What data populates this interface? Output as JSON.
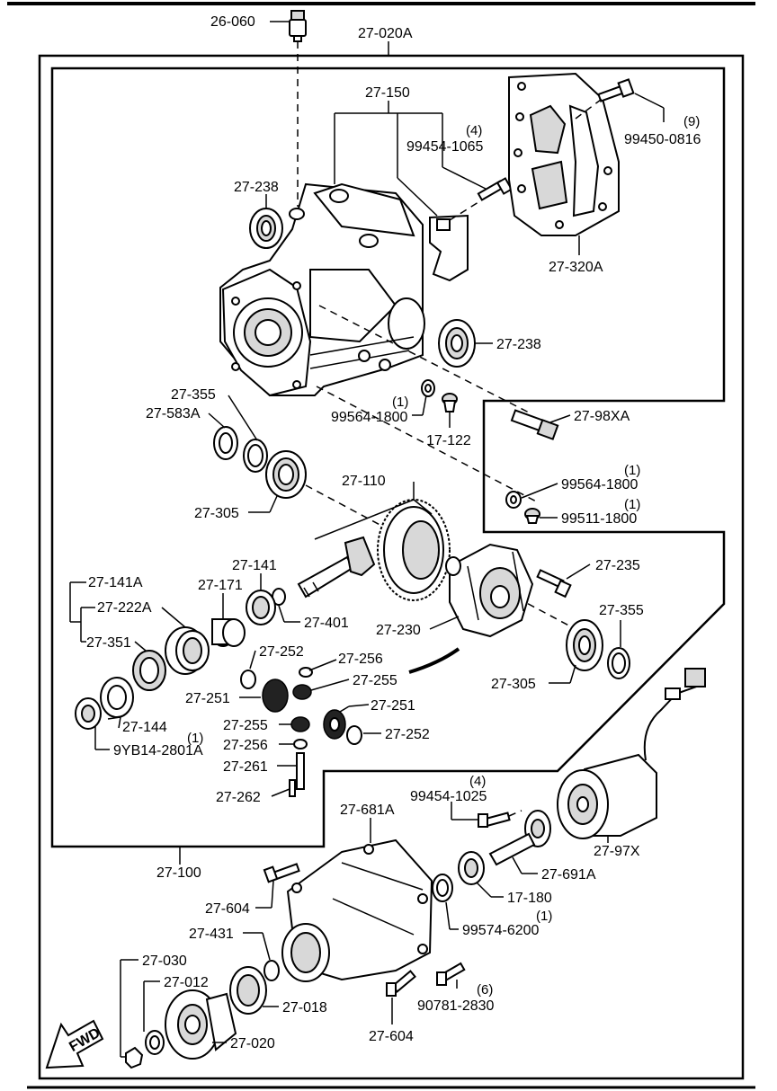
{
  "labels": {
    "p26_060": "26-060",
    "p27_020A": "27-020A",
    "p27_150": "27-150",
    "p99454_1065": "99454-1065",
    "q99454_1065": "(4)",
    "p99450_0816": "99450-0816",
    "q99450_0816": "(9)",
    "p27_238a": "27-238",
    "p27_238b": "27-238",
    "p27_320A": "27-320A",
    "p27_355a": "27-355",
    "p27_583A": "27-583A",
    "p99564_1800a": "99564-1800",
    "q99564_1800a": "(1)",
    "p17_122": "17-122",
    "p27_98XA": "27-98XA",
    "p99564_1800b": "99564-1800",
    "q99564_1800b": "(1)",
    "p99511_1800": "99511-1800",
    "q99511_1800": "(1)",
    "p27_305a": "27-305",
    "p27_110": "27-110",
    "p27_235": "27-235",
    "p27_141A": "27-141A",
    "p27_141": "27-141",
    "p27_171": "27-171",
    "p27_222A": "27-222A",
    "p27_401": "27-401",
    "p27_230": "27-230",
    "p27_355b": "27-355",
    "p27_351": "27-351",
    "p27_252a": "27-252",
    "p27_256a": "27-256",
    "p27_255a": "27-255",
    "p27_305b": "27-305",
    "p27_251a": "27-251",
    "p27_251b": "27-251",
    "p27_144": "27-144",
    "p27_255b": "27-255",
    "p27_252b": "27-252",
    "p9YB14": "9YB14-2801A",
    "q9YB14": "(1)",
    "p27_256b": "27-256",
    "p27_261": "27-261",
    "p27_262": "27-262",
    "p99454_1025": "99454-1025",
    "q99454_1025": "(4)",
    "p27_681A": "27-681A",
    "p27_97X": "27-97X",
    "p27_100": "27-100",
    "p27_691A": "27-691A",
    "p27_604a": "27-604",
    "p17_180": "17-180",
    "p99574_6200": "99574-6200",
    "q99574_6200": "(1)",
    "p27_431": "27-431",
    "p27_030": "27-030",
    "p27_012": "27-012",
    "p27_018": "27-018",
    "p90781_2830": "90781-2830",
    "q90781_2830": "(6)",
    "p27_020": "27-020",
    "p27_604b": "27-604",
    "fwd": "FWD"
  }
}
